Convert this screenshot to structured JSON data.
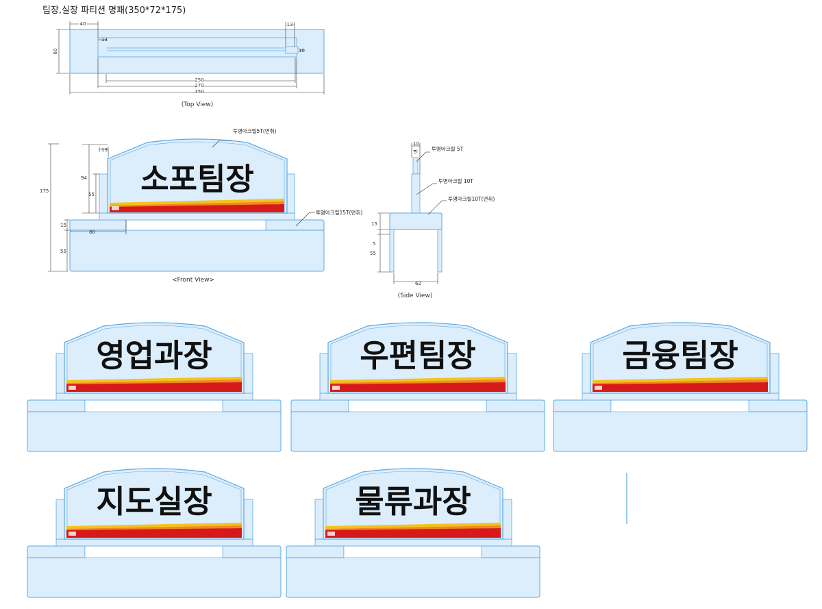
{
  "title": "팀장,실장 파티션 명패(350*72*175)",
  "top_view": {
    "caption": "(Top View)",
    "dims": {
      "d40": "40",
      "d13a": "13",
      "d13b": "13",
      "d10": "10",
      "d60": "60",
      "d250": "250",
      "d270": "270",
      "d350": "350"
    }
  },
  "front_view": {
    "caption": "<Front View>",
    "sign_text": "소포팀장",
    "note_top": "투명아크릴5T(면취)",
    "note_base": "투명아크릴15T(면취)",
    "dims": {
      "d175": "175",
      "d94": "94",
      "d13": "13",
      "d55a": "55",
      "d15": "15",
      "d80": "80",
      "d55b": "55"
    }
  },
  "side_view": {
    "caption": "(Side View)",
    "note1": "투명아크릴 5T",
    "note2": "투명아크릴 10T",
    "note3": "투명아크릴10T(면취)",
    "dims": {
      "d10": "10",
      "d5t": "5",
      "d15": "15",
      "d5": "5",
      "d55": "55",
      "d62": "62"
    }
  },
  "signs": [
    {
      "text": "영업과장"
    },
    {
      "text": "우편팀장"
    },
    {
      "text": "금융팀장"
    },
    {
      "text": "지도실장"
    },
    {
      "text": "물류과장"
    }
  ],
  "colors": {
    "plate": "#dcedfb",
    "outline": "#5aa9e6",
    "stripe_red": "#d8191a",
    "stripe_orange": "#f08a1c",
    "stripe_yellow": "#f6c21a",
    "text": "#111111"
  }
}
